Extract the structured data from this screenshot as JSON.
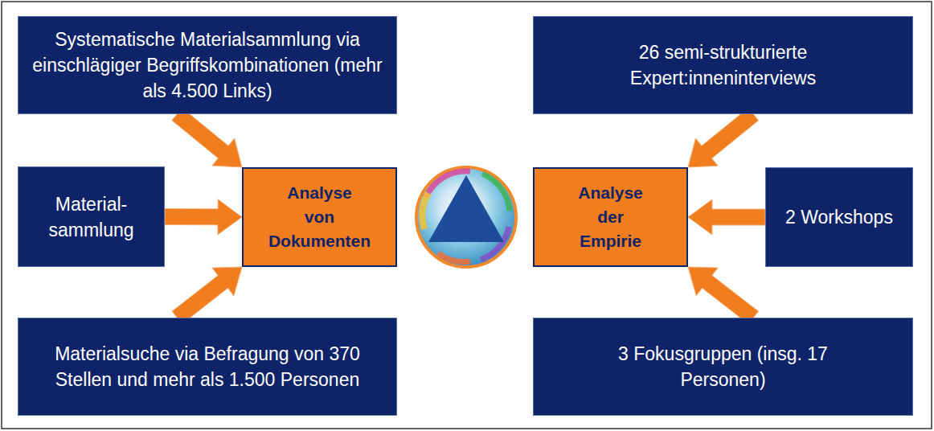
{
  "diagram": {
    "nodes": [
      {
        "text": [
          "Systematische Materialsammlung via einschlägiger Begriffskombinationen (mehr als 4.500 Links)"
        ]
      },
      {
        "text": [
          "26 semi-strukturierte Expert:inneninterviews"
        ]
      },
      {
        "text": [
          "Material- sammlung"
        ]
      },
      {
        "text": [
          "Analyse von Dokumenten"
        ]
      },
      {
        "text": [
          "Analyse der Empirie"
        ]
      },
      {
        "text": [
          "2 Workshops"
        ]
      },
      {
        "text": [
          "Materialsuche via Befragung von 370 Stellen und mehr als 1.500 Personen"
        ]
      },
      {
        "text": [
          "3 Fokusgruppen (insg. 17 Personen)"
        ]
      }
    ],
    "edges": [
      {
        "from": 0,
        "to": 3,
        "arrow": "to"
      },
      {
        "from": 2,
        "to": 3,
        "arrow": "to"
      },
      {
        "from": 6,
        "to": 3,
        "arrow": "to"
      },
      {
        "from": 1,
        "to": 4,
        "arrow": "to"
      },
      {
        "from": 5,
        "to": 4,
        "arrow": "to"
      },
      {
        "from": 7,
        "to": 4,
        "arrow": "to"
      }
    ]
  }
}
